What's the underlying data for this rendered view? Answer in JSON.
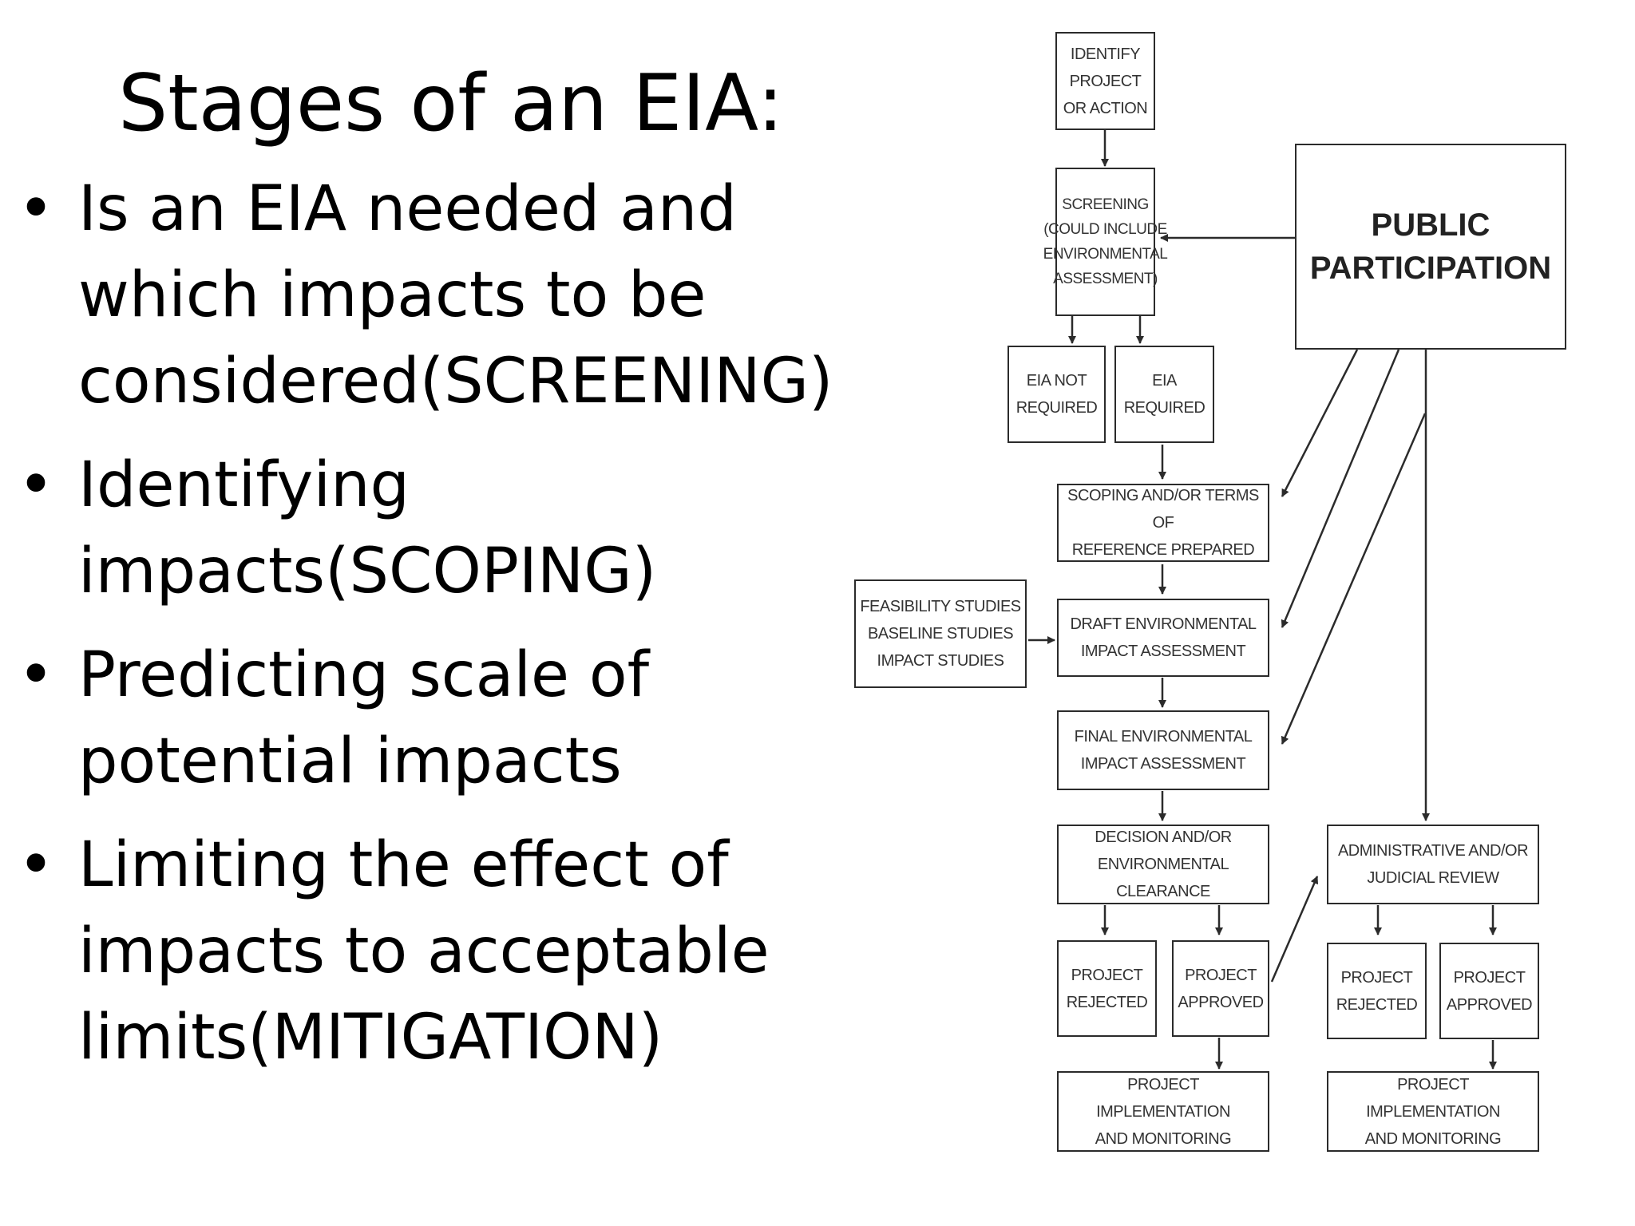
{
  "slide": {
    "title": "Stages of an EIA:",
    "bullets": [
      {
        "lines": [
          "Is an EIA needed and",
          "which impacts to be",
          "considered(SCREENING)"
        ]
      },
      {
        "lines": [
          "Identifying",
          "impacts(SCOPING)"
        ]
      },
      {
        "lines": [
          "Predicting scale of",
          "potential impacts"
        ]
      },
      {
        "lines": [
          "Limiting the effect of",
          "impacts to acceptable",
          "limits(MITIGATION)"
        ]
      }
    ]
  },
  "diagram": {
    "identify": "IDENTIFY\nPROJECT\nOR ACTION",
    "screening": "SCREENING\n(could include\nenvironmental\nassessment)",
    "public_participation": "PUBLIC\nPARTICIPATION",
    "eia_not_required": "EIA NOT\nREQUIRED",
    "eia_required": "EIA\nREQUIRED",
    "scoping": "SCOPING AND/OR TERMS OF\nREFERENCE PREPARED",
    "studies": "FEASIBILITY STUDIES\nBASELINE STUDIES\nIMPACT STUDIES",
    "draft_eia": "DRAFT ENVIRONMENTAL\nIMPACT ASSESSMENT",
    "final_eia": "FINAL ENVIRONMENTAL\nIMPACT ASSESSMENT",
    "decision": "DECISION AND/OR\nENVIRONMENTAL CLEARANCE",
    "review": "ADMINISTRATIVE AND/OR\nJUDICIAL REVIEW",
    "rejected_left": "PROJECT\nREJECTED",
    "approved_left": "PROJECT\nAPPROVED",
    "rejected_right": "PROJECT\nREJECTED",
    "approved_right": "PROJECT\nAPPROVED",
    "implementation_left": "PROJECT IMPLEMENTATION\nAND MONITORING",
    "implementation_right": "PROJECT IMPLEMENTATION\nAND MONITORING"
  }
}
